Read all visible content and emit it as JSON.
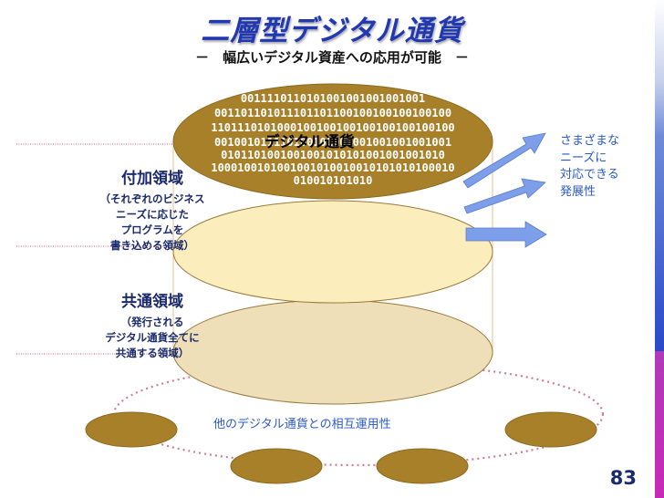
{
  "slide": {
    "title": "二層型デジタル通貨",
    "subtitle": "－　幅広いデジタル資産への応用が可能　－",
    "page_number": "83"
  },
  "top_cap": {
    "label": "デジタル通貨",
    "binary_lines": [
      "0011110110101001001001001001",
      "001101101011101101100100100100100100",
      "1101110101000100100100100100100100100",
      "001001011110100101001001001001001001",
      "0101101001001001010101001001001010",
      "1000100101001001010010010101010100010",
      "010010101010"
    ],
    "fill_color": "#a8802a"
  },
  "layers": {
    "add_on": {
      "heading": "付加領域",
      "lines": [
        "（それぞれのビジネス",
        "ニーズに応じた",
        "プログラムを",
        "書き込める領域）"
      ],
      "fill_color": "#fbeebc"
    },
    "common": {
      "heading": "共通領域",
      "lines": [
        "（発行される",
        "デジタル通貨全てに",
        "共通する領域）"
      ],
      "fill_color": "#eedfb8"
    }
  },
  "feature_note": {
    "lines": [
      "さまざまな",
      "ニーズに",
      "対応できる",
      "発展性"
    ],
    "arrow_color": "#7d9ee8"
  },
  "interop": {
    "label": "他のデジタル通貨との相互運用性",
    "ring_color": "#d27a96",
    "node_color": "#a8802a"
  },
  "colors": {
    "title": "#2038b0",
    "label_navy": "#1a2a6c",
    "note_blue": "#2a5ac8",
    "guide_pink": "#e05a8a"
  }
}
